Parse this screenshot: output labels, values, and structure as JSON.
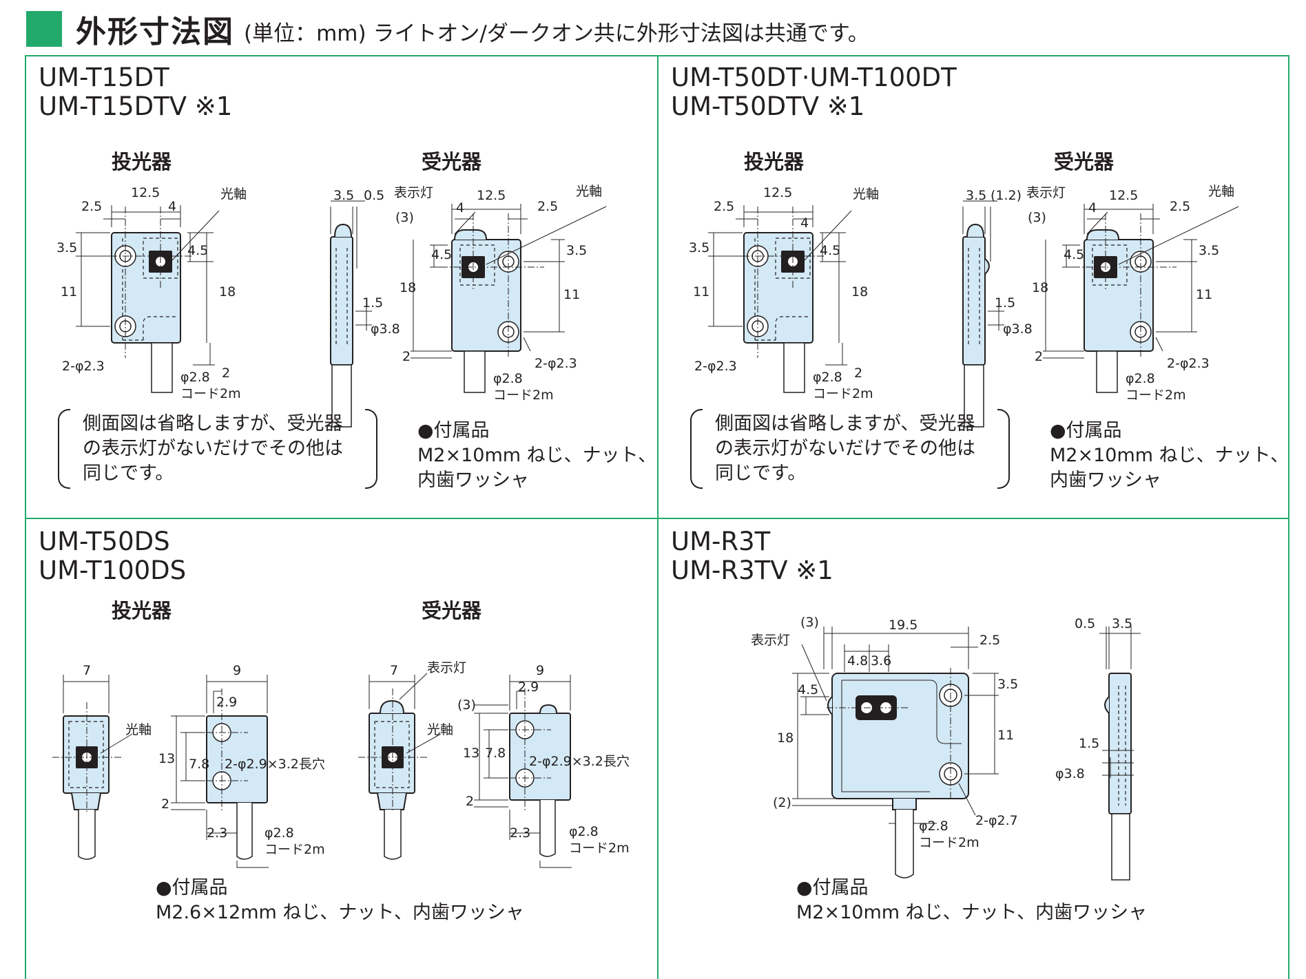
{
  "header": {
    "title": "外形寸法図",
    "subtitle": "(単位：mm) ライトオン/ダークオン共に外形寸法図は共通です。",
    "accent_color": "#22aa6c",
    "body_color": "#d3e9f5"
  },
  "panels": [
    {
      "models": [
        "UM-T15DT",
        "UM-T15DTV ※1"
      ],
      "emitter_label": "投光器",
      "receiver_label": "受光器",
      "emitter_dims": {
        "w": "12.5",
        "l": "2.5",
        "axis": "4",
        "top": "3.5",
        "pitch": "11",
        "axis_v": "4.5",
        "h": "18",
        "holes": "2-φ2.3",
        "cord": "φ2.8",
        "cord_len": "コード2m",
        "tab": "2",
        "axis_label": "光軸"
      },
      "side_dims": {
        "t": "3.5",
        "t2": "0.5",
        "off": "1.5",
        "dia": "φ3.8"
      },
      "receiver_dims": {
        "ind": "表示灯",
        "ind_off": "(3)",
        "axis": "4",
        "w": "12.5",
        "r": "2.5",
        "axis_label": "光軸",
        "axis_v": "4.5",
        "h": "18",
        "top": "3.5",
        "pitch": "11",
        "bottom": "2",
        "holes": "2-φ2.3",
        "cord": "φ2.8",
        "cord_len": "コード2m"
      },
      "note": "側面図は省略しますが、受光器の表示灯がないだけでその他は同じです。",
      "accessory_title": "●付属品",
      "accessory": [
        "M2×10mm ねじ、ナット、",
        "内歯ワッシャ"
      ]
    },
    {
      "models": [
        "UM-T50DT·UM-T100DT",
        "UM-T50DTV ※1"
      ],
      "emitter_label": "投光器",
      "receiver_label": "受光器",
      "emitter_dims": {
        "w": "12.5",
        "l": "2.5",
        "axis": "4",
        "top": "3.5",
        "pitch": "11",
        "axis_v": "4.5",
        "h": "18",
        "holes": "2-φ2.3",
        "cord": "φ2.8",
        "cord_len": "コード2m",
        "tab": "2",
        "axis_label": "光軸"
      },
      "side_dims": {
        "t": "3.5",
        "t2": "(1.2)",
        "off": "1.5",
        "dia": "φ3.8"
      },
      "receiver_dims": {
        "ind": "表示灯",
        "ind_off": "(3)",
        "axis": "4",
        "w": "12.5",
        "r": "2.5",
        "axis_label": "光軸",
        "axis_v": "4.5",
        "h": "18",
        "top": "3.5",
        "pitch": "11",
        "bottom": "2",
        "holes": "2-φ2.3",
        "cord": "φ2.8",
        "cord_len": "コード2m"
      },
      "note": "側面図は省略しますが、受光器の表示灯がないだけでその他は同じです。",
      "accessory_title": "●付属品",
      "accessory": [
        "M2×10mm ねじ、ナット、",
        "内歯ワッシャ"
      ]
    },
    {
      "models": [
        "UM-T50DS",
        "UM-T100DS"
      ],
      "emitter_label": "投光器",
      "receiver_label": "受光器",
      "dims": {
        "front_w": "7",
        "axis_label": "光軸",
        "w": "9",
        "hole_off": "2.9",
        "h": "13",
        "pitch": "7.8",
        "holes": "2-φ2.9×3.2長穴",
        "bottom": "2",
        "tab": "2.3",
        "cord": "φ2.8",
        "cord_len": "コード2m",
        "ind": "表示灯",
        "ind_off": "(3)"
      },
      "accessory_title": "●付属品",
      "accessory": [
        "M2.6×12mm ねじ、ナット、内歯ワッシャ"
      ]
    },
    {
      "models": [
        "UM-R3T",
        "UM-R3TV ※1"
      ],
      "dims": {
        "ind_off": "(3)",
        "w": "19.5",
        "ind": "表示灯",
        "r": "2.5",
        "win1": "4.8",
        "win2": "3.6",
        "ind_v": "4.5",
        "top": "3.5",
        "h": "18",
        "pitch": "11",
        "bottom": "(2)",
        "holes": "2-φ2.7",
        "cord": "φ2.8",
        "cord_len": "コード2m",
        "side_t2": "0.5",
        "side_t": "3.5",
        "side_off": "1.5",
        "side_dia": "φ3.8"
      },
      "accessory_title": "●付属品",
      "accessory": [
        "M2×10mm ねじ、ナット、内歯ワッシャ"
      ]
    }
  ]
}
